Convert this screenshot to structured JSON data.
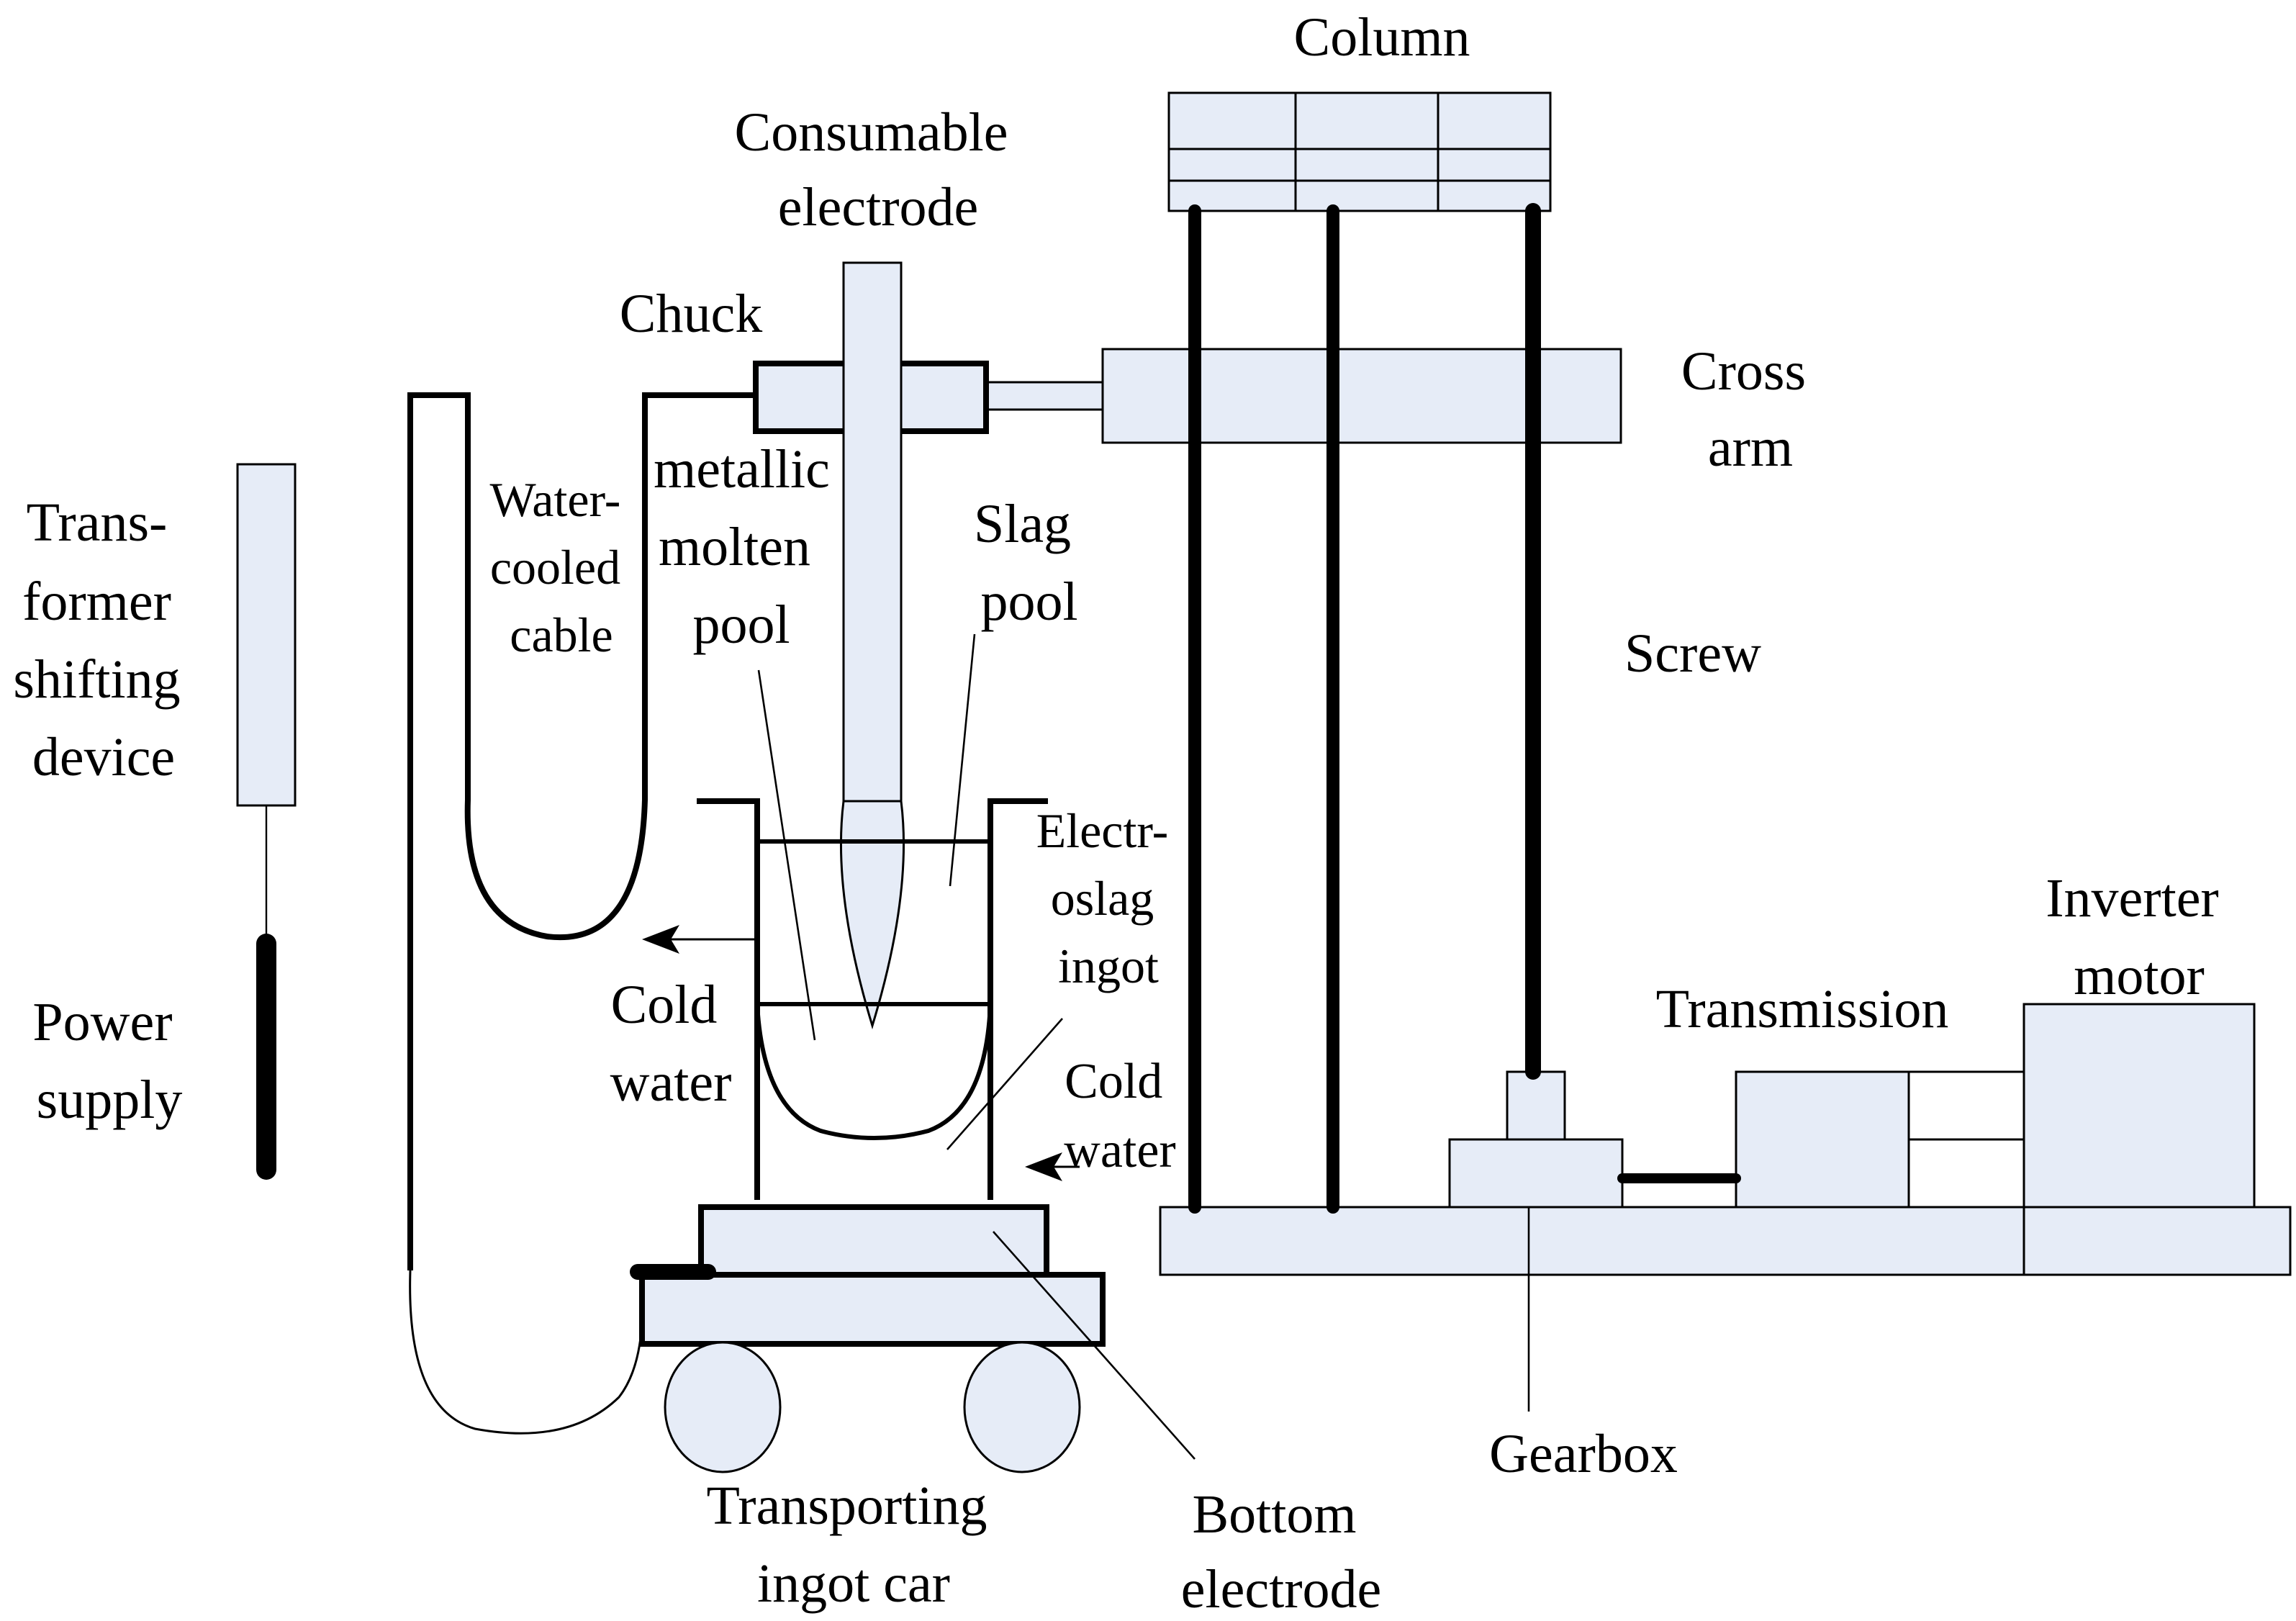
{
  "colors": {
    "fill": "#e6ecf7",
    "stroke": "#000000",
    "background": "#ffffff"
  },
  "labels": {
    "column": "Column",
    "consumable_electrode": [
      "Consumable",
      "electrode"
    ],
    "chuck": "Chuck",
    "cross_arm": [
      "Cross",
      "arm"
    ],
    "transformer": [
      "Trans-",
      "former",
      "shifting",
      "device"
    ],
    "water_cooled_cable": [
      "Water-",
      "cooled",
      "cable"
    ],
    "metallic_molten_pool": [
      "metallic",
      "molten",
      "pool"
    ],
    "slag_pool": [
      "Slag",
      "pool"
    ],
    "screw": "Screw",
    "electroslag_ingot": [
      "Electr-",
      "oslag",
      "ingot"
    ],
    "power_supply": [
      "Power",
      "supply"
    ],
    "cold_water_left": [
      "Cold",
      "water"
    ],
    "cold_water_right": [
      "Cold",
      "water"
    ],
    "inverter_motor": [
      "Inverter",
      "motor"
    ],
    "transmission": "Transmission",
    "gearbox": "Gearbox",
    "transporting_ingot_car": [
      "Transporting",
      "ingot car"
    ],
    "bottom_electrode": [
      "Bottom",
      "electrode"
    ]
  }
}
